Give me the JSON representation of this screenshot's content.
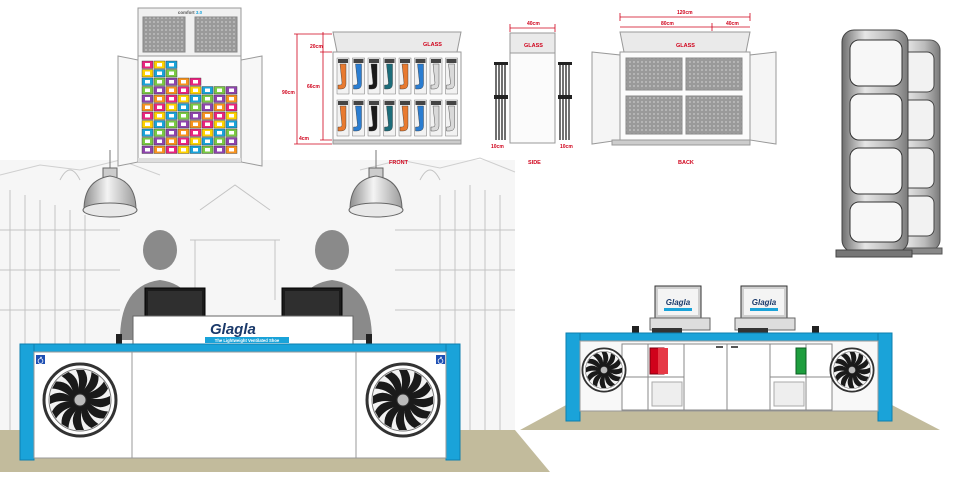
{
  "cabinet_top_left": {
    "header_text": "comfort ",
    "header_accent": "3.0"
  },
  "glass_cabinet_front": {
    "glass_label": "GLASS",
    "dim_top": "20cm",
    "dim_total": "90cm",
    "dim_middle": "66cm",
    "dim_bottom": "4cm",
    "view_label": "FRONT"
  },
  "glass_cabinet_side": {
    "width_label": "40cm",
    "glass_label": "GLASS",
    "left_depth": "10cm",
    "right_depth": "10cm",
    "view_label": "SIDE"
  },
  "glass_cabinet_back": {
    "total_width": "120cm",
    "inner_width": "80cm",
    "side_width": "40cm",
    "glass_label": "GLASS",
    "view_label": "BACK"
  },
  "counter_front": {
    "brand_name": "Glagla",
    "brand_tagline": "The Lightweight Ventilated Shoe",
    "accent_color": "#1aa3d9"
  },
  "counter_back": {
    "monitor_brand_left": "Glagla",
    "monitor_brand_right": "Glagla",
    "accent_color": "#1aa3d9"
  },
  "icons": [
    "wheelchair-icon",
    "fan-icon",
    "pendant-lamp-icon",
    "person-silhouette-icon",
    "monitor-icon",
    "flag-icon"
  ]
}
